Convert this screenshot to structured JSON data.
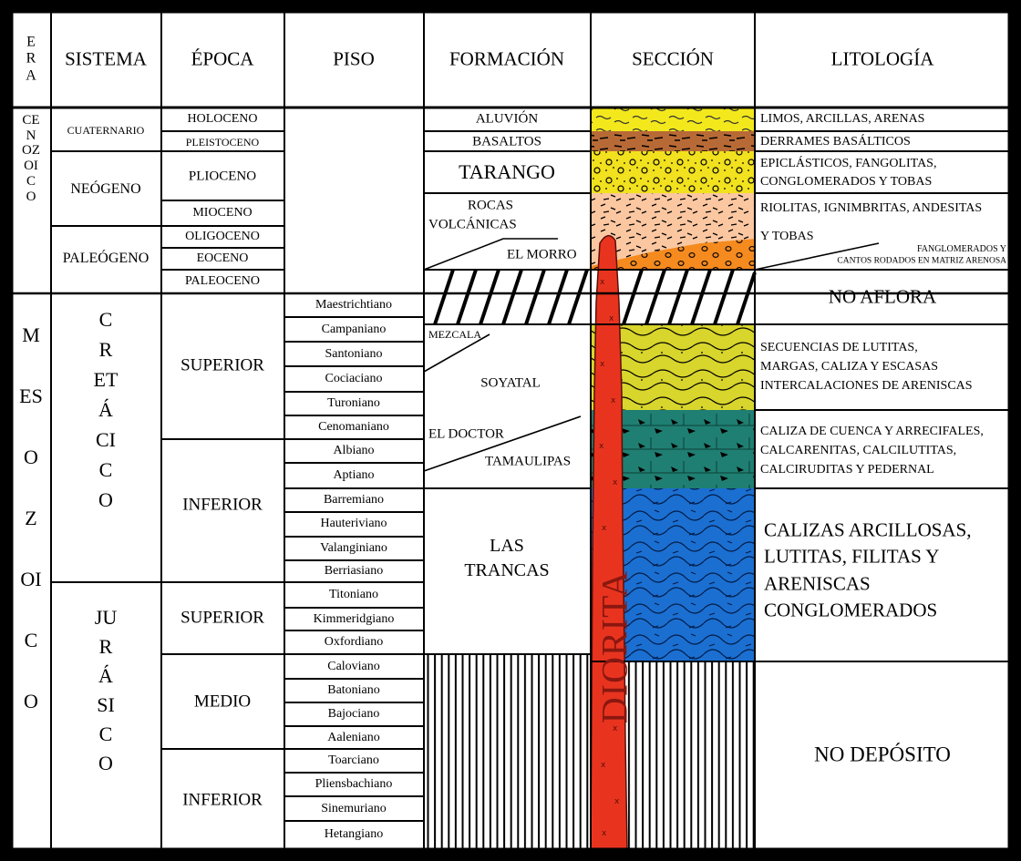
{
  "headers": {
    "era": "ERA",
    "sistema": "SISTEMA",
    "epoca": "ÉPOCA",
    "piso": "PISO",
    "formacion": "FORMACIÓN",
    "seccion": "SECCIÓN",
    "litologia": "LITOLOGÍA"
  },
  "eras": [
    {
      "name": "CENOZOICO"
    },
    {
      "name": "MESOZOICO"
    }
  ],
  "sistemas": {
    "cuaternario": "CUATERNARIO",
    "neogeno": "NEÓGENO",
    "paleogeno": "PALEÓGENO",
    "cretacico": "CRETÁCICO",
    "jurasico": "JURÁSICO"
  },
  "epocas": {
    "holoceno": "HOLOCENO",
    "pleistoceno": "PLEISTOCENO",
    "plioceno": "PLIOCENO",
    "mioceno": "MIOCENO",
    "oligoceno": "OLIGOCENO",
    "eoceno": "EOCENO",
    "paleoceno": "PALEOCENO",
    "cret_superior": "SUPERIOR",
    "cret_inferior": "INFERIOR",
    "jur_superior": "SUPERIOR",
    "jur_medio": "MEDIO",
    "jur_inferior": "INFERIOR"
  },
  "pisos": [
    "Maestrichtiano",
    "Campaniano",
    "Santoniano",
    "Cociaciano",
    "Turoniano",
    "Cenomaniano",
    "Albiano",
    "Aptiano",
    "Barremiano",
    "Hauteriviano",
    "Valanginiano",
    "Berriasiano",
    "Titoniano",
    "Kimmeridgiano",
    "Oxfordiano",
    "Caloviano",
    "Batoniano",
    "Bajociano",
    "Aaleniano",
    "Toarciano",
    "Pliensbachiano",
    "Sinemuriano",
    "Hetangiano"
  ],
  "formaciones": {
    "aluvion": "ALUVIÓN",
    "basaltos": "BASALTOS",
    "tarango": "TARANGO",
    "rocas1": "ROCAS",
    "rocas2": "VOLCÁNICAS",
    "el_morro": "EL MORRO",
    "mezcala": "MEZCALA",
    "soyatal": "SOYATAL",
    "el_doctor": "EL DOCTOR",
    "tamaulipas": "TAMAULIPAS",
    "las": "LAS",
    "trancas": "TRANCAS"
  },
  "seccion": {
    "intrusion": "DIORITA",
    "colors": {
      "aluvion": "#f3e81c",
      "basaltos": "#b86a36",
      "tarango": "#f1e11e",
      "rocas_volcanicas": "#fbc7a1",
      "el_morro": "#f58a1f",
      "soyatal": "#d8d52c",
      "tamaulipas": "#1f7f72",
      "las_trancas": "#1b6fd1",
      "diorita": "#e8341f"
    }
  },
  "litologia": {
    "aluvion": "LIMOS, ARCILLAS, ARENAS",
    "basaltos": "DERRAMES BASÁLTICOS",
    "tarango1": "EPICLÁSTICOS, FANGOLITAS,",
    "tarango2": "CONGLOMERADOS Y TOBAS",
    "rocas": "RIOLITAS, IGNIMBRITAS, ANDESITAS",
    "ytobas": "Y TOBAS",
    "fang1": "FANGLOMERADOS Y",
    "fang2": "CANTOS RODADOS EN MATRIZ ARENOSA",
    "no_aflora": "NO AFLORA",
    "soy1": "SECUENCIAS DE LUTITAS,",
    "soy2": "MARGAS, CALIZA Y ESCASAS",
    "soy3": "INTERCALACIONES DE ARENISCAS",
    "tam1": "CALIZA DE CUENCA Y ARRECIFALES,",
    "tam2": "CALCARENITAS, CALCILUTITAS,",
    "tam3": "CALCIRUDITAS Y PEDERNAL",
    "tra1": "CALIZAS ARCILLOSAS,",
    "tra2": "LUTITAS, FILITAS Y",
    "tra3": "ARENISCAS",
    "tra4": "CONGLOMERADOS",
    "no_deposito": "NO DEPÓSITO"
  }
}
